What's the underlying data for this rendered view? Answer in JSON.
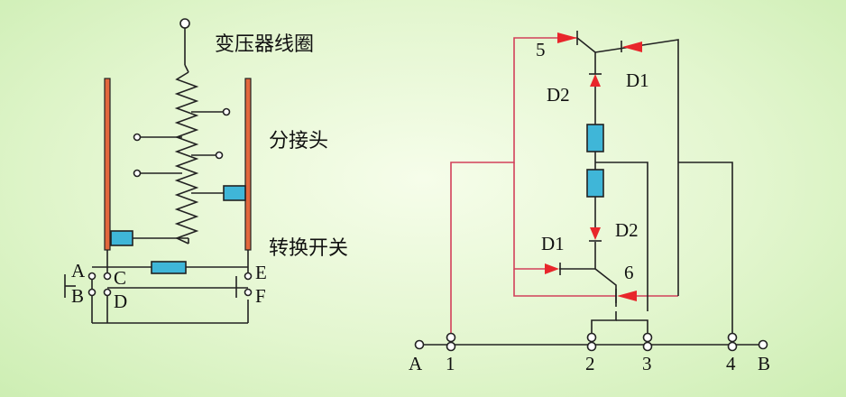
{
  "left_diagram": {
    "title_coil": "变压器线圈",
    "title_taps": "分接头",
    "title_switch": "转换开关",
    "terminals": {
      "a": "A",
      "b": "B",
      "c": "C",
      "d": "D",
      "e": "E",
      "f": "F"
    }
  },
  "right_diagram": {
    "label_5": "5",
    "label_6": "6",
    "label_d1_top": "D1",
    "label_d2_top": "D2",
    "label_d1_bottom": "D1",
    "label_d2_bottom": "D2",
    "bottom_labels": {
      "a": "A",
      "n1": "1",
      "n2": "2",
      "n3": "3",
      "n4": "4",
      "b": "B"
    }
  },
  "colors": {
    "background": "#e3f6cf",
    "wire": "#222222",
    "red_wire": "#d2405a",
    "resistor": "#3fb6d8",
    "bar": "#e2673d",
    "diode": "#e8262b"
  }
}
